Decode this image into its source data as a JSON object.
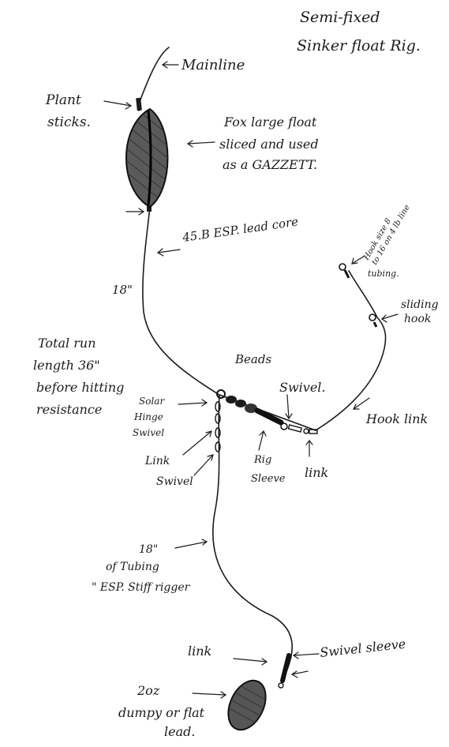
{
  "title": [
    "Semi-fixed",
    "Sinker float Rig."
  ],
  "labels": {
    "mainline": "Mainline",
    "plant_stick": [
      "Plant",
      "sticks."
    ],
    "float": [
      "Fox large float",
      "sliced and used",
      "as a GAZZETT."
    ],
    "lead_core": "45.B ESP. lead core",
    "len_18_top": "18\"",
    "hook_size": [
      "Hook size 8",
      "to 16 on 4 lb line"
    ],
    "tubing_top": "tubing.",
    "sliding_hook": [
      "sliding",
      "hook"
    ],
    "total_run": [
      "Total run",
      "length 36\"",
      "before hitting",
      "resistance"
    ],
    "beads": "Beads",
    "swivel_top": "Swivel.",
    "solar_swivel": [
      "Solar",
      "Hinge",
      "Swivel"
    ],
    "link_left": "Link",
    "swivel_left": "Swivel",
    "rig_sleeve": [
      "Rig",
      "Sleeve"
    ],
    "link_mid": "link",
    "hook_link": "Hook link",
    "tubing_18": [
      "18\"",
      "of Tubing",
      "\" ESP. Stiff rigger"
    ],
    "link_bottom": "link",
    "swivel_sleeve": "Swivel sleeve",
    "weight": [
      "2oz",
      "dumpy or flat",
      "lead."
    ]
  }
}
